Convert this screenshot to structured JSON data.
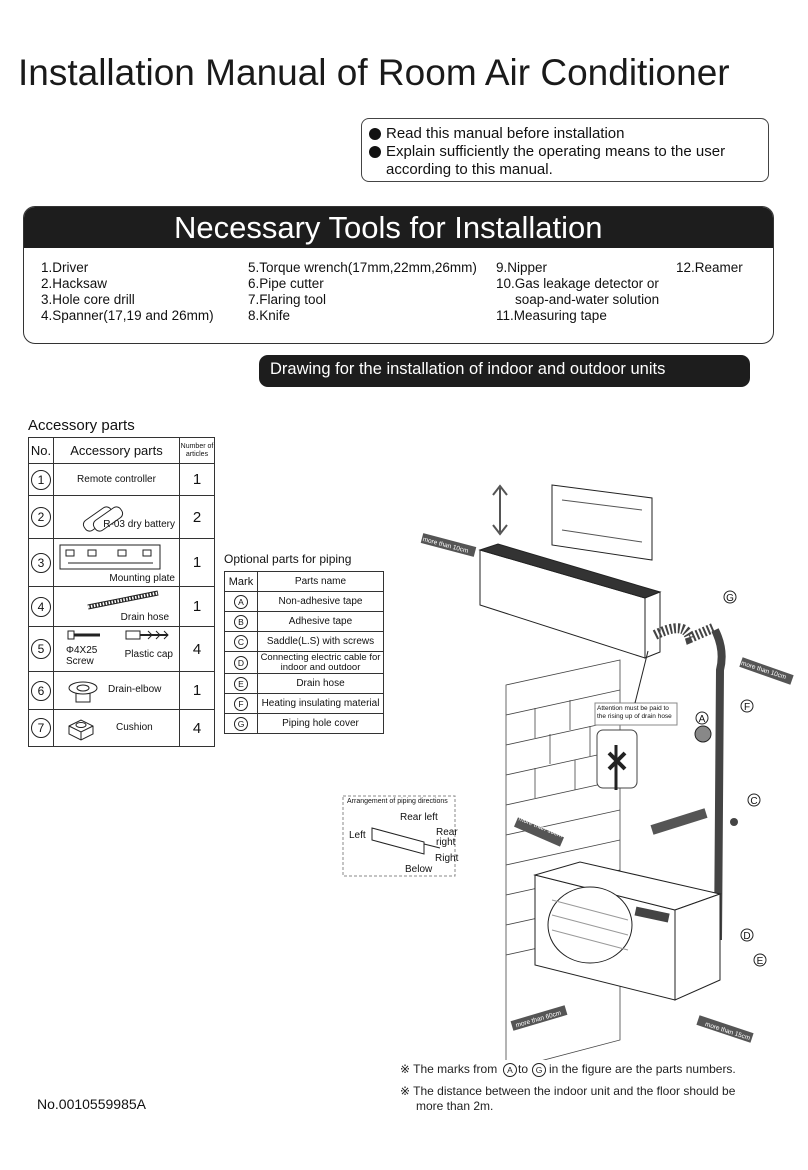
{
  "title": "Installation Manual of Room Air Conditioner",
  "notes": [
    "Read this manual before installation",
    "Explain sufficiently the operating means to the user",
    "according to this manual."
  ],
  "tools_heading": "Necessary Tools for Installation",
  "tools": {
    "col1": [
      "1.Driver",
      "2.Hacksaw",
      "3.Hole core drill",
      "4.Spanner(17,19 and 26mm)"
    ],
    "col2": [
      "5.Torque wrench(17mm,22mm,26mm)",
      "6.Pipe cutter",
      "7.Flaring tool",
      "8.Knife"
    ],
    "col3": [
      "9.Nipper",
      "10.Gas leakage detector or",
      "soap-and-water solution",
      "11.Measuring tape"
    ],
    "col4": [
      "12.Reamer"
    ]
  },
  "drawing_heading": "Drawing for the installation of indoor and outdoor units",
  "accessory": {
    "title": "Accessory parts",
    "headers": {
      "no": "No.",
      "name": "Accessory parts",
      "count": "Number of articles"
    },
    "rows": [
      {
        "no": "1",
        "name": "Remote controller",
        "count": "1"
      },
      {
        "no": "2",
        "name": "R-03 dry battery",
        "count": "2"
      },
      {
        "no": "3",
        "name": "Mounting plate",
        "count": "1"
      },
      {
        "no": "4",
        "name": "Drain hose",
        "count": "1"
      },
      {
        "no": "5",
        "name": "Φ4X25 Screw",
        "name2": "Plastic cap",
        "count": "4"
      },
      {
        "no": "6",
        "name": "Drain-elbow",
        "count": "1"
      },
      {
        "no": "7",
        "name": "Cushion",
        "count": "4"
      }
    ]
  },
  "optional": {
    "title": "Optional parts for piping",
    "headers": {
      "mark": "Mark",
      "name": "Parts name"
    },
    "rows": [
      {
        "mark": "A",
        "name": "Non-adhesive tape"
      },
      {
        "mark": "B",
        "name": "Adhesive tape"
      },
      {
        "mark": "C",
        "name": "Saddle(L.S) with screws"
      },
      {
        "mark": "D",
        "name": "Connecting electric cable for indoor and outdoor"
      },
      {
        "mark": "E",
        "name": "Drain hose"
      },
      {
        "mark": "F",
        "name": "Heating insulating material"
      },
      {
        "mark": "G",
        "name": "Piping hole cover"
      }
    ]
  },
  "diagram": {
    "more_5cm": "more than 5cm",
    "more_10cm": "more than 10cm",
    "more_60cm": "more than 60cm",
    "attention": "Attention must be paid to the rising up of drain hose",
    "arrangement_title": "Arrangement of piping directions",
    "dirs": [
      "Rear left",
      "Left",
      "Rear right",
      "Right",
      "Below"
    ],
    "marks": [
      "G",
      "F",
      "A",
      "C",
      "D",
      "E"
    ]
  },
  "footnotes": {
    "line1_a": "※ The marks from",
    "line1_b": "to",
    "line1_c": "in the figure are the parts numbers.",
    "line2": "※ The distance between the indoor unit and the floor should be",
    "line3": "more than 2m.",
    "from": "A",
    "to": "G"
  },
  "doc_no": "No.0010559985A"
}
